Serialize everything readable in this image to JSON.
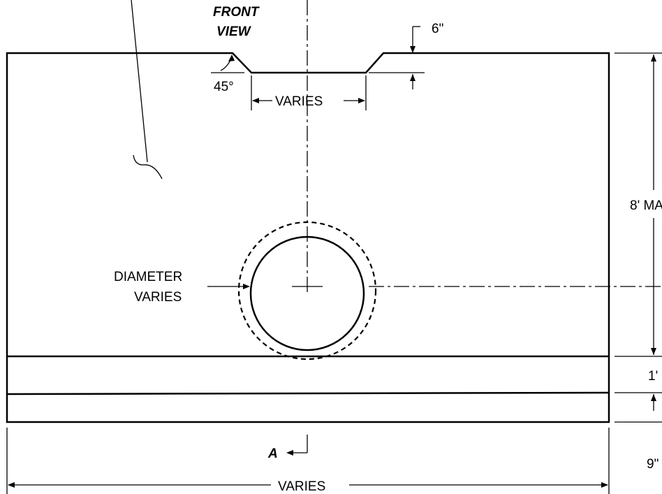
{
  "labels": {
    "view_title_line1": "FRONT",
    "view_title_line2": "VIEW",
    "notch_depth": "6\"",
    "chamfer_angle": "45°",
    "notch_width": "VARIES",
    "diameter_line1": "DIAMETER",
    "diameter_line2": "VARIES",
    "height_max": "8' MA",
    "footing_height": "1'",
    "footing_offset": "9\"",
    "section_marker": "A",
    "overall_width": "VARIES"
  }
}
